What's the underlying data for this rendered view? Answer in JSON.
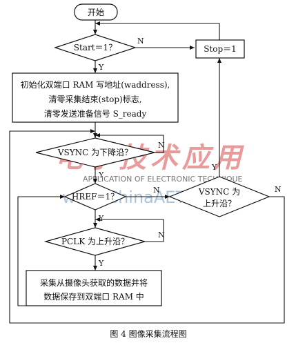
{
  "nodes": {
    "start": "开始",
    "start_check": "Start＝1？",
    "stop": "Stop＝1",
    "init_line1": "初始化双端口 RAM 写地址(waddress),",
    "init_line2": "清零采集结束(stop)标志,",
    "init_line3": "清零发送准备信号 S_ready",
    "vsync_fall": "VSYNC 为下降沿？",
    "href": "HREF＝1？",
    "vsync_rise_1": "VSYNC 为",
    "vsync_rise_2": "上升沿？",
    "pclk": "PCLK 为上升沿？",
    "capture_line1": "采集从摄像头获取的数据并将",
    "capture_line2": "数据保存到双端口 RAM 中"
  },
  "edge_labels": {
    "start_no": "N",
    "start_yes": "Y",
    "vsync_fall_no": "N",
    "vsync_fall_yes": "Y",
    "href_no": "N",
    "href_yes": "Y",
    "vsync_rise_yes": "Y",
    "vsync_rise_no": "N",
    "pclk_no": "N",
    "pclk_yes": "Y"
  },
  "watermark": {
    "logo_text": "电子技术应用",
    "tagline": "APPLICATION OF ELECTRONIC TECHNIQUE",
    "url": "www.ChinaAET.com"
  },
  "caption": "图 4  图像采集流程图"
}
